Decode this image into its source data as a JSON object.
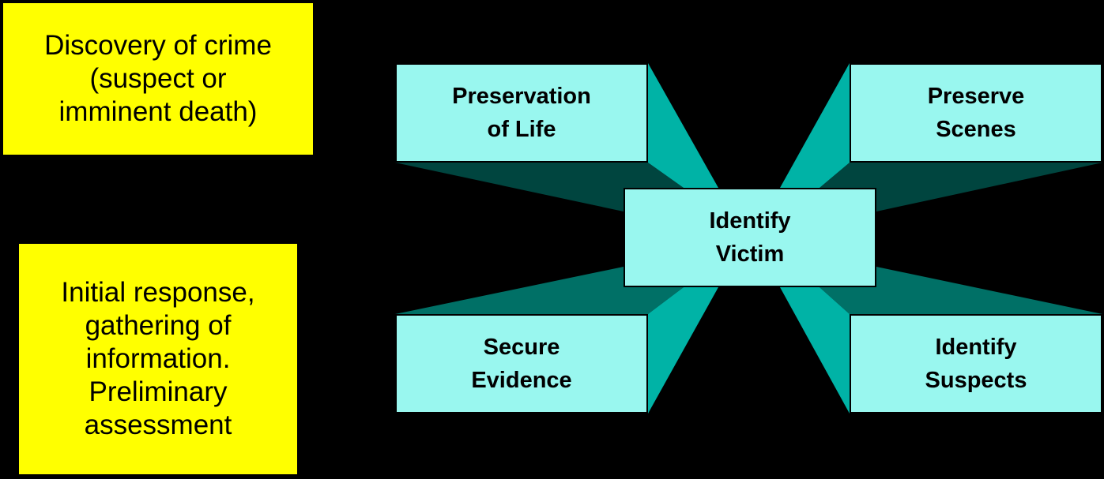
{
  "colors": {
    "background": "#000000",
    "highlight": "#ffff00",
    "box_fill": "#99f7ef",
    "connector_light": "#00b3a6",
    "connector_mid": "#007066",
    "connector_dark": "#00453f"
  },
  "left_notes": {
    "discovery": [
      "Discovery of crime",
      "(suspect or",
      "imminent death)"
    ],
    "initial": [
      "Initial response,",
      "gathering of",
      "information.",
      "Preliminary",
      "assessment"
    ]
  },
  "nodes": {
    "preservation": [
      "Preservation",
      "of Life"
    ],
    "preserve": [
      "Preserve",
      "Scenes"
    ],
    "victim": [
      "Identify",
      "Victim"
    ],
    "secure": [
      "Secure",
      "Evidence"
    ],
    "suspects": [
      "Identify",
      "Suspects"
    ]
  }
}
